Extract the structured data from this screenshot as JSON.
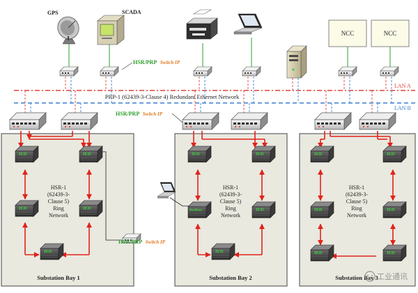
{
  "top_devices": {
    "gps": "GPS",
    "scada": "SCADA",
    "ncc_1": "NCC",
    "ncc_2": "NCC"
  },
  "switch_labels": {
    "hsr_prp": "HSR/PRP",
    "switch_ip": "Switch IP"
  },
  "network": {
    "prp_label": "PRP-1 (62439-3-Clause 4) Redundant Ethernet Network",
    "lan_a": "LAN A",
    "lan_b": "LAN B"
  },
  "ied_label": "IED",
  "redbox_label": "Redbox",
  "ring": {
    "line1": "HSR-1",
    "line2": "(62439-3-",
    "line3": "Clause 5)",
    "line4": "Ring",
    "line5": "Network"
  },
  "bays": {
    "bay1": "Substation Bay 1",
    "bay2": "Substation Bay 2",
    "bay3": "Substation Bay 3"
  },
  "watermark": "工业通讯",
  "colors": {
    "lan_a": "#e0403a",
    "lan_b": "#3a7fd0",
    "ring": "#e2231a",
    "uplink": "#4caf50",
    "bay_fill": "#e9e9df",
    "hsr_green": "#2e9e2e",
    "switch_ip_orange": "#e07820",
    "ied_green": "#3cd23c"
  }
}
